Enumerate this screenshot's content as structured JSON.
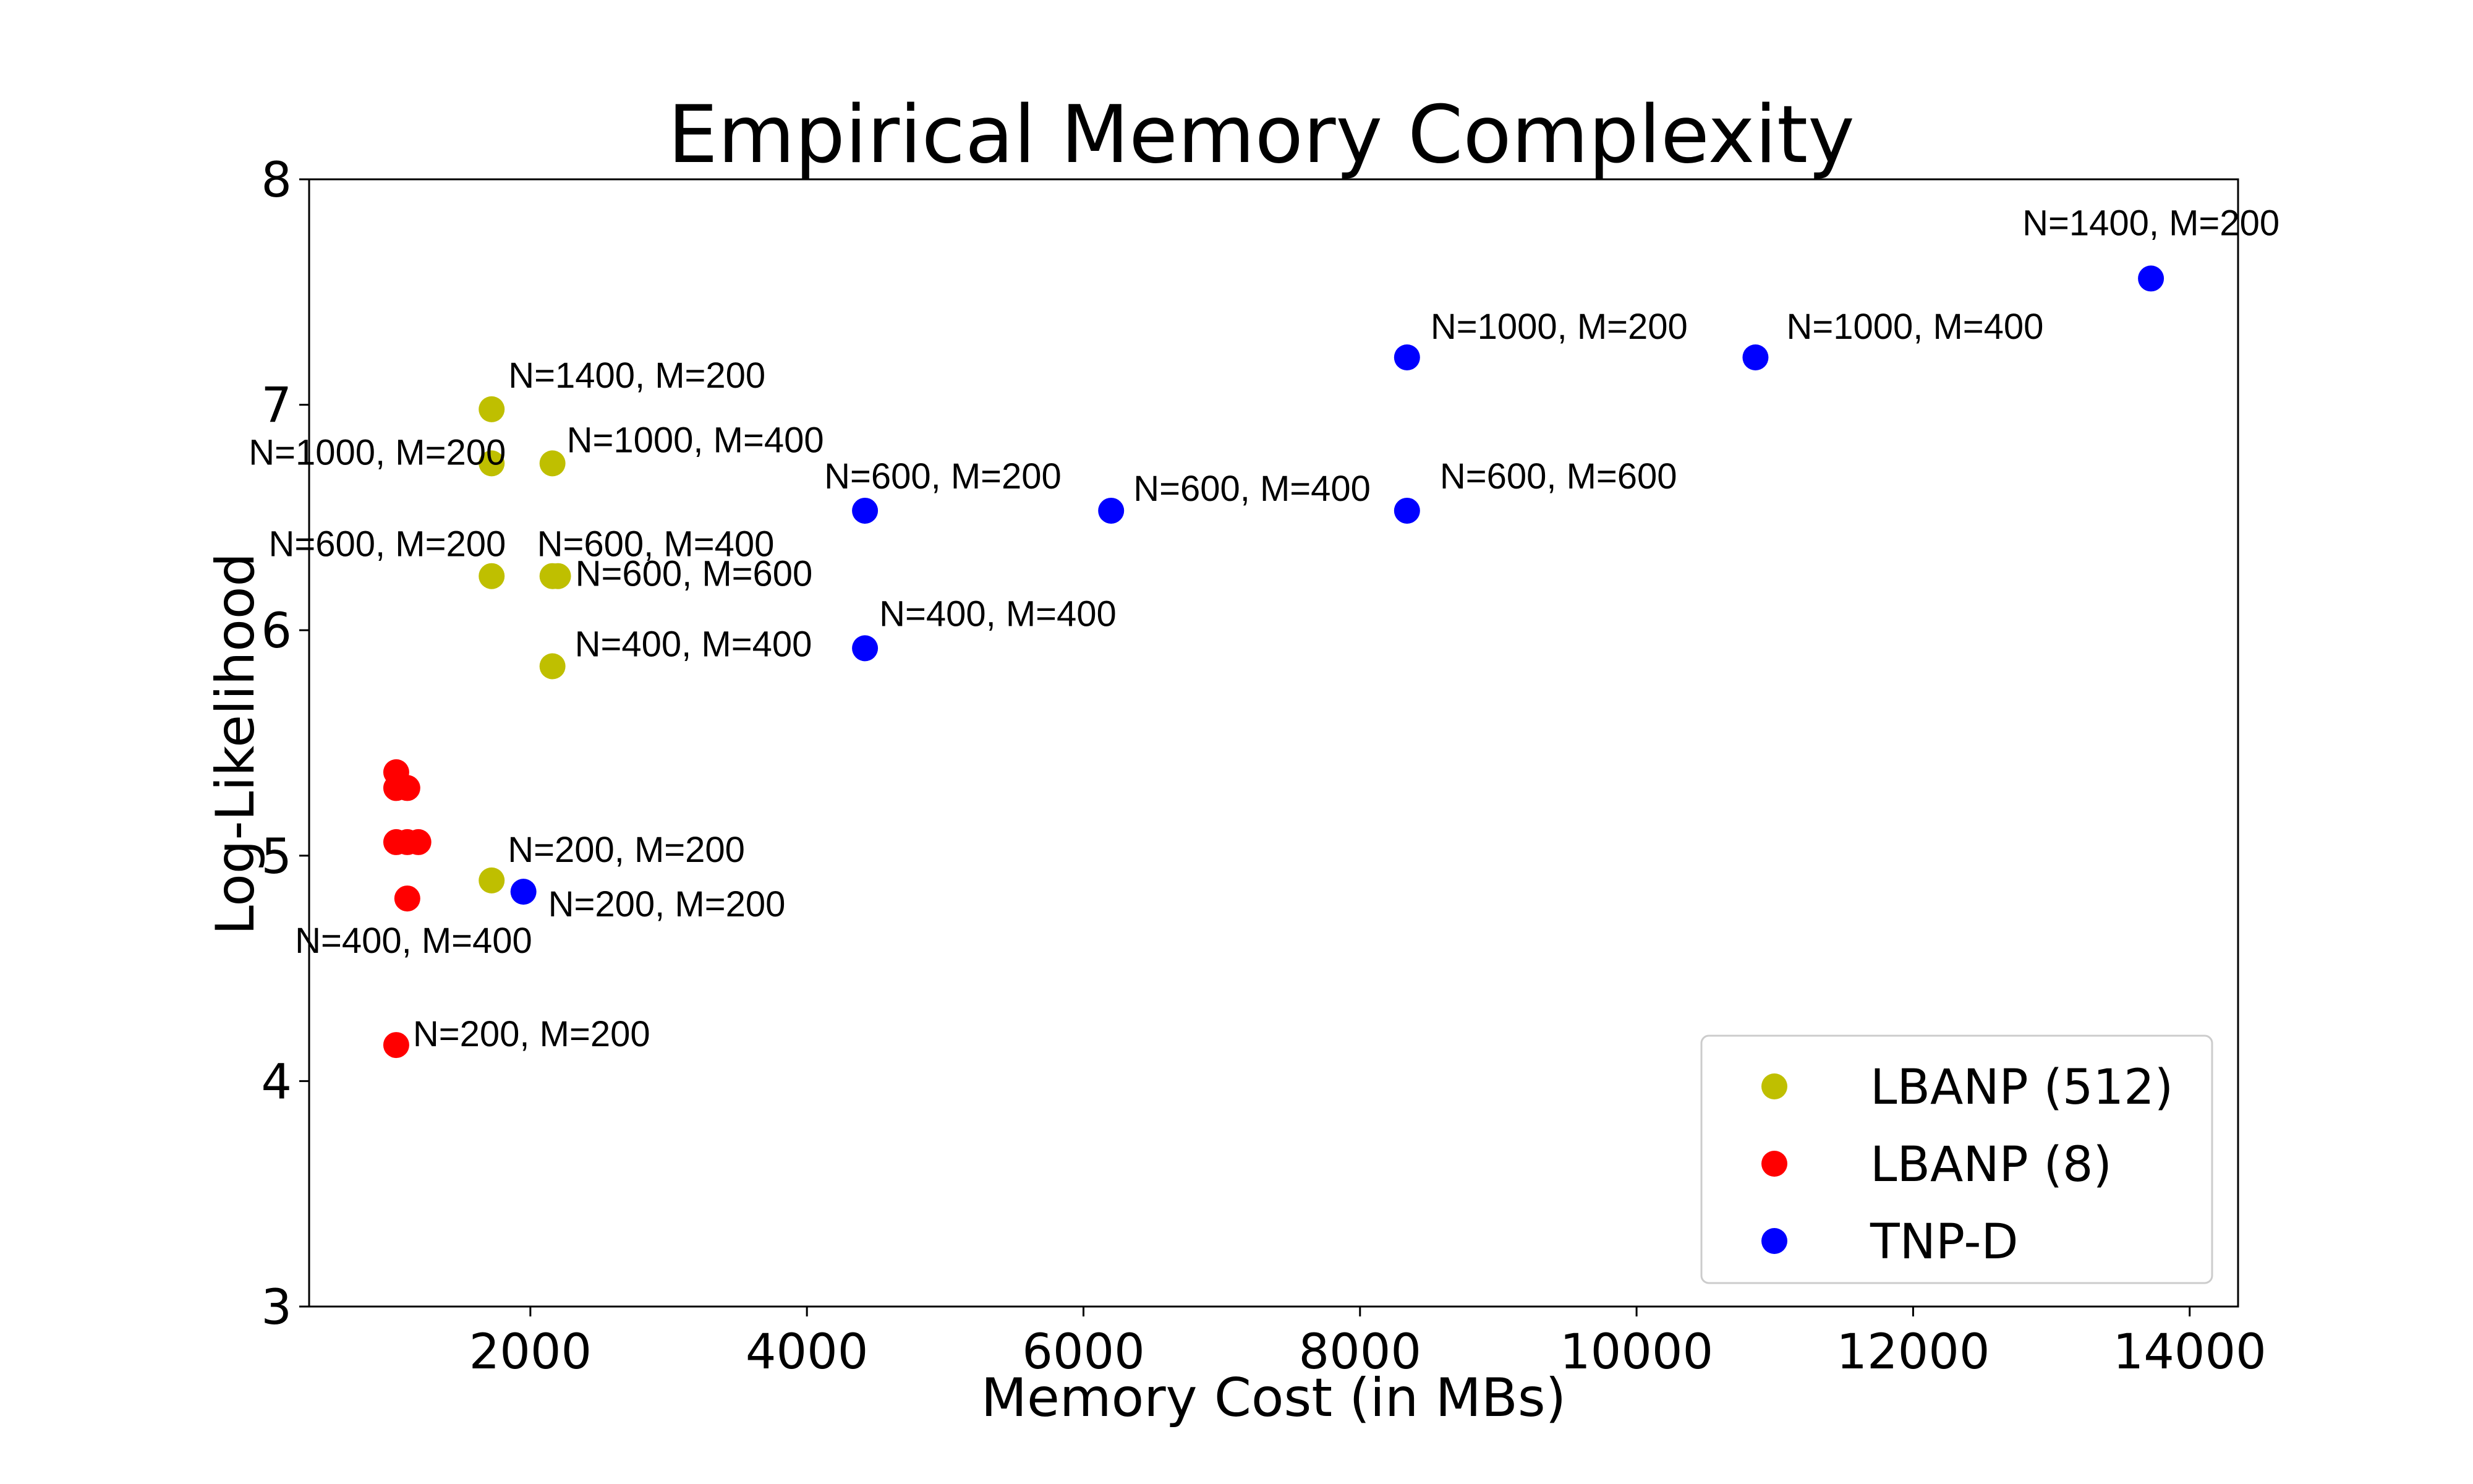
{
  "chart_data": {
    "type": "scatter",
    "title": "Empirical Memory Complexity",
    "xlabel": "Memory Cost (in MBs)",
    "ylabel": "Log-Likelihood",
    "xlim": [
      400,
      14350
    ],
    "ylim": [
      3,
      8
    ],
    "xticks": [
      2000,
      4000,
      6000,
      8000,
      10000,
      12000,
      14000
    ],
    "yticks": [
      3,
      4,
      5,
      6,
      7,
      8
    ],
    "grid": false,
    "legend_position": "bottom-right",
    "series": [
      {
        "name": "LBANP (512)",
        "color": "#bfbf00",
        "points": [
          {
            "x": 1720,
            "y": 6.98,
            "label": "N=1400, M=200"
          },
          {
            "x": 1720,
            "y": 6.74,
            "label": "N=1000, M=200"
          },
          {
            "x": 2160,
            "y": 6.74,
            "label": "N=1000, M=400"
          },
          {
            "x": 1720,
            "y": 6.24,
            "label": "N=600, M=200"
          },
          {
            "x": 2160,
            "y": 6.24,
            "label": "N=600, M=400"
          },
          {
            "x": 2200,
            "y": 6.24,
            "label": "N=600, M=600"
          },
          {
            "x": 2160,
            "y": 5.84,
            "label": "N=400, M=400"
          },
          {
            "x": 1720,
            "y": 4.89,
            "label": "N=200, M=200"
          }
        ]
      },
      {
        "name": "LBANP (8)",
        "color": "#ff0000",
        "points": [
          {
            "x": 1030,
            "y": 5.37,
            "label": ""
          },
          {
            "x": 1030,
            "y": 5.3,
            "label": ""
          },
          {
            "x": 1110,
            "y": 5.3,
            "label": ""
          },
          {
            "x": 1030,
            "y": 5.06,
            "label": ""
          },
          {
            "x": 1110,
            "y": 5.06,
            "label": ""
          },
          {
            "x": 1190,
            "y": 5.06,
            "label": ""
          },
          {
            "x": 1110,
            "y": 4.81,
            "label": "N=400, M=400"
          },
          {
            "x": 1030,
            "y": 4.16,
            "label": "N=200, M=200"
          }
        ]
      },
      {
        "name": "TNP-D",
        "color": "#0000ff",
        "points": [
          {
            "x": 13720,
            "y": 7.56,
            "label": "N=1400, M=200"
          },
          {
            "x": 8340,
            "y": 7.21,
            "label": "N=1000, M=200"
          },
          {
            "x": 10860,
            "y": 7.21,
            "label": "N=1000, M=400"
          },
          {
            "x": 4420,
            "y": 6.53,
            "label": "N=600, M=200"
          },
          {
            "x": 6200,
            "y": 6.53,
            "label": "N=600, M=400"
          },
          {
            "x": 8340,
            "y": 6.53,
            "label": "N=600, M=600"
          },
          {
            "x": 4420,
            "y": 5.92,
            "label": "N=400, M=400"
          },
          {
            "x": 1950,
            "y": 4.84,
            "label": "N=200, M=200"
          }
        ]
      }
    ]
  }
}
